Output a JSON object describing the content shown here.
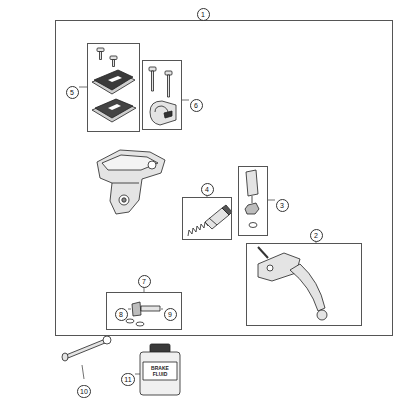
{
  "diagram": {
    "nodes": [
      {
        "text": [
          "1"
        ]
      },
      {
        "text": [
          "5"
        ],
        "in": 0
      },
      {
        "text": [
          "6"
        ],
        "in": 0
      },
      {
        "text": [
          "4"
        ],
        "in": 0
      },
      {
        "text": [
          "3"
        ],
        "in": 0
      },
      {
        "text": [
          "2"
        ],
        "in": 0
      },
      {
        "text": [
          "7"
        ],
        "in": 0
      },
      {
        "text": [
          "8"
        ],
        "in": 6
      },
      {
        "text": [
          "9"
        ],
        "in": 6
      },
      {
        "text": [
          "10"
        ]
      },
      {
        "text": [
          "11"
        ]
      }
    ],
    "labels": [
      "BRAKE FLUID"
    ]
  }
}
